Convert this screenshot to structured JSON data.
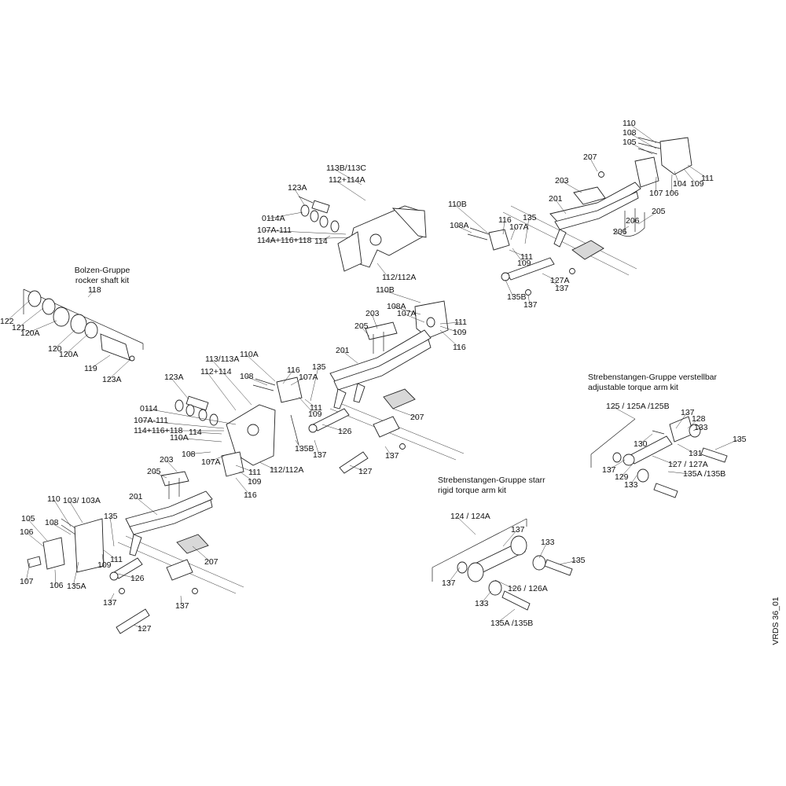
{
  "labels": {
    "g1": [
      "110",
      "108",
      "105",
      "207",
      "203",
      "104",
      "109",
      "111",
      "107",
      "106",
      "201",
      "205",
      "206",
      "206",
      "110B",
      "116",
      "135",
      "107A",
      "108A",
      "111",
      "109",
      "127A",
      "137",
      "135B",
      "137"
    ],
    "g2": [
      "113B/113C",
      "123A",
      "112+114A",
      "0114A",
      "107A-111",
      "114A+116+118",
      "114",
      "112/112A"
    ],
    "g3": [
      "110B",
      "203",
      "108A",
      "205",
      "107A",
      "111",
      "109",
      "116",
      "201",
      "113/113A",
      "110A",
      "116",
      "135",
      "123A",
      "112+114",
      "107A",
      "108",
      "111",
      "109",
      "0114",
      "207",
      "107A-111",
      "114+116+118",
      "126",
      "114",
      "135B",
      "110A",
      "137",
      "137",
      "108",
      "107A",
      "112/112A",
      "111",
      "127",
      "203",
      "109",
      "205",
      "116"
    ],
    "g4": [
      "201",
      "207",
      "110",
      "103/ 103A",
      "135",
      "105",
      "108",
      "106",
      "111",
      "109",
      "107",
      "106",
      "135A",
      "126",
      "137",
      "137",
      "127"
    ],
    "rocker": [
      "118",
      "122",
      "121",
      "120A",
      "120",
      "120A",
      "119",
      "123A"
    ],
    "adj": [
      "125 / 125A /125B",
      "137",
      "128",
      "133",
      "135",
      "130",
      "131",
      "137",
      "129",
      "127 / 127A",
      "133",
      "135A /135B"
    ],
    "rigid": [
      "124 / 124A",
      "137",
      "133",
      "135",
      "137",
      "126 / 126A",
      "133",
      "135A /135B"
    ]
  },
  "kit_titles": {
    "rocker_de": "Bolzen-Gruppe",
    "rocker_en": "rocker shaft kit",
    "adjustable_de": "Strebenstangen-Gruppe verstellbar",
    "adjustable_en": "adjustable torque arm kit",
    "rigid_de": "Strebenstangen-Gruppe starr",
    "rigid_en": "rigid torque arm kit"
  },
  "drawing_code": "VRDS 36_01"
}
